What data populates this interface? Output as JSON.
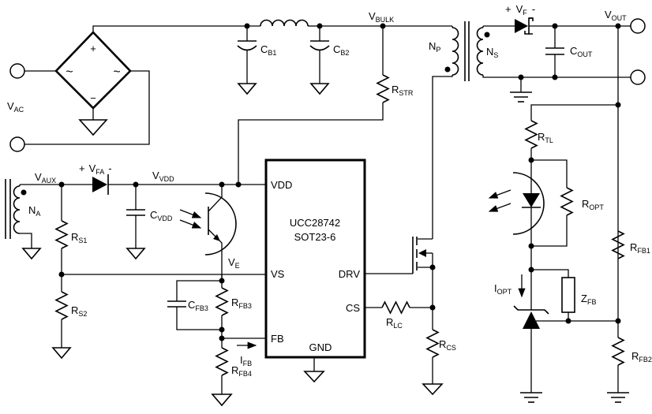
{
  "schematic": {
    "ic": {
      "part": "UCC28742",
      "package": "SOT23-6",
      "pins": {
        "vdd": "VDD",
        "vs": "VS",
        "fb": "FB",
        "drv": "DRV",
        "cs": "CS",
        "gnd": "GND"
      }
    },
    "bridge": {
      "plus": "+",
      "minus": "−",
      "ac_left": "~",
      "ac_right": "~"
    },
    "labels": {
      "vac": {
        "main": "V",
        "sub": "AC"
      },
      "cb1": {
        "main": "C",
        "sub": "B1"
      },
      "cb2": {
        "main": "C",
        "sub": "B2"
      },
      "vbulk": {
        "main": "V",
        "sub": "BULK"
      },
      "rstr": {
        "main": "R",
        "sub": "STR"
      },
      "np": {
        "main": "N",
        "sub": "P"
      },
      "ns": {
        "main": "N",
        "sub": "S"
      },
      "vf": {
        "plus": "+",
        "main": "V",
        "sub": "F",
        "minus": "-"
      },
      "cout": {
        "main": "C",
        "sub": "OUT"
      },
      "vout": {
        "main": "V",
        "sub": "OUT"
      },
      "rtl": {
        "main": "R",
        "sub": "TL"
      },
      "ropt": {
        "main": "R",
        "sub": "OPT"
      },
      "rfb1": {
        "main": "R",
        "sub": "FB1"
      },
      "iopt": {
        "main": "I",
        "sub": "OPT"
      },
      "zfb": {
        "main": "Z",
        "sub": "FB"
      },
      "rfb2": {
        "main": "R",
        "sub": "FB2"
      },
      "vaux": {
        "main": "V",
        "sub": "AUX"
      },
      "vfa": {
        "plus": "+",
        "main": "V",
        "sub": "FA",
        "minus": "-"
      },
      "vvdd": {
        "main": "V",
        "sub": "VDD"
      },
      "na": {
        "main": "N",
        "sub": "A"
      },
      "rs1": {
        "main": "R",
        "sub": "S1"
      },
      "rs2": {
        "main": "R",
        "sub": "S2"
      },
      "cvdd": {
        "main": "C",
        "sub": "VDD"
      },
      "ve": {
        "main": "V",
        "sub": "E"
      },
      "cfb3": {
        "main": "C",
        "sub": "FB3"
      },
      "rfb3": {
        "main": "R",
        "sub": "FB3"
      },
      "rfb4": {
        "main": "R",
        "sub": "FB4"
      },
      "ifb": {
        "main": "I",
        "sub": "FB"
      },
      "rlc": {
        "main": "R",
        "sub": "LC"
      },
      "rcs": {
        "main": "R",
        "sub": "CS"
      }
    }
  }
}
